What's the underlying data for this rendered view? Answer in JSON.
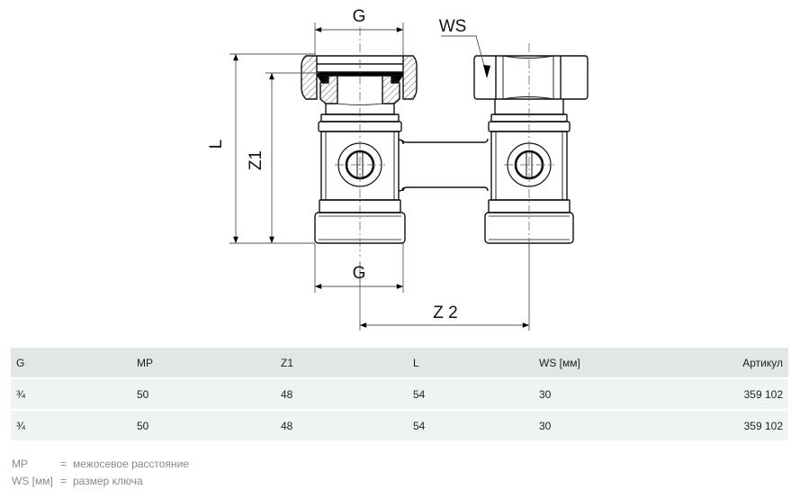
{
  "drawing": {
    "title": "Radiator H-connection valve technical drawing",
    "labels": {
      "g_top": "G",
      "g_bottom": "G",
      "ws": "WS",
      "l": "L",
      "z1": "Z1",
      "z2": "Z 2"
    }
  },
  "table": {
    "headers": [
      "G",
      "MP",
      "Z1",
      "L",
      "WS [мм]",
      "Артикул"
    ],
    "rows": [
      [
        "¾",
        "50",
        "48",
        "54",
        "30",
        "359 102"
      ],
      [
        "¾",
        "50",
        "48",
        "54",
        "30",
        "359 102"
      ]
    ]
  },
  "legend": [
    {
      "term": "MP",
      "eq": "=",
      "definition": "межосевое расстояние"
    },
    {
      "term": "WS [мм]",
      "eq": "=",
      "definition": "размер ключа"
    }
  ],
  "colors": {
    "header_bg": "#e1e6e7",
    "row_bg": "#eff3f4",
    "line": "#111111",
    "dim_line": "#555555",
    "legend_text": "#8a8a8a"
  }
}
